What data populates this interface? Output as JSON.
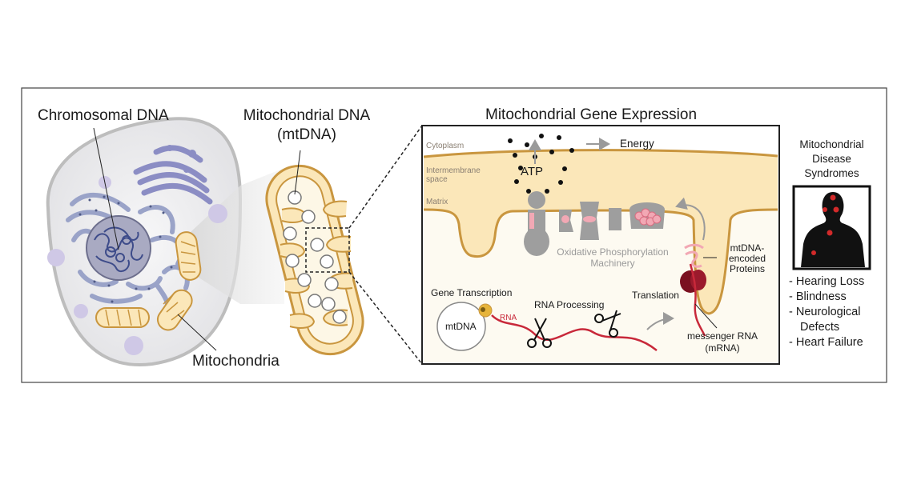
{
  "panel_left": {
    "chromosomal_dna": "Chromosomal DNA",
    "mtdna_line1": "Mitochondrial DNA",
    "mtdna_line2": "(mtDNA)",
    "mitochondria": "Mitochondria"
  },
  "expression_panel": {
    "title": "Mitochondrial Gene Expression",
    "cytoplasm": "Cytoplasm",
    "intermembrane_line1": "Intermembrane",
    "intermembrane_line2": "space",
    "matrix": "Matrix",
    "atp": "ATP",
    "energy": "Energy",
    "oxphos_line1": "Oxidative Phosphorylation",
    "oxphos_line2": "Machinery",
    "proteins_line1": "mtDNA-",
    "proteins_line2": "encoded",
    "proteins_line3": "Proteins",
    "gene_transcription": "Gene Transcription",
    "mtdna": "mtDNA",
    "rna": "RNA",
    "rna_processing": "RNA Processing",
    "translation": "Translation",
    "mrna_line1": "messenger RNA",
    "mrna_line2": "(mRNA)"
  },
  "disease_panel": {
    "title_line1": "Mitochondrial",
    "title_line2": "Disease",
    "title_line3": "Syndromes",
    "symptoms": [
      "- Hearing Loss",
      "- Blindness",
      "- Neurological",
      "Defects",
      "- Heart Failure"
    ]
  },
  "colors": {
    "membrane": "#c9963f",
    "intermembrane_fill": "#fbe7b9",
    "matrix_fill": "#fdfaf1",
    "organelle": "#9aa3c8",
    "golgi": "#8b8dc4",
    "vesicle": "#cfc8e6",
    "rna_red": "#c8283a",
    "ribosome": "#7a1020",
    "pink": "#f2a8b4",
    "machinery_grey": "#9e9e9e",
    "disease_dot": "#d22a2a"
  },
  "icons": [
    "scissors-icon",
    "atp-dot-icon",
    "human-silhouette-icon",
    "arrow-icon"
  ]
}
